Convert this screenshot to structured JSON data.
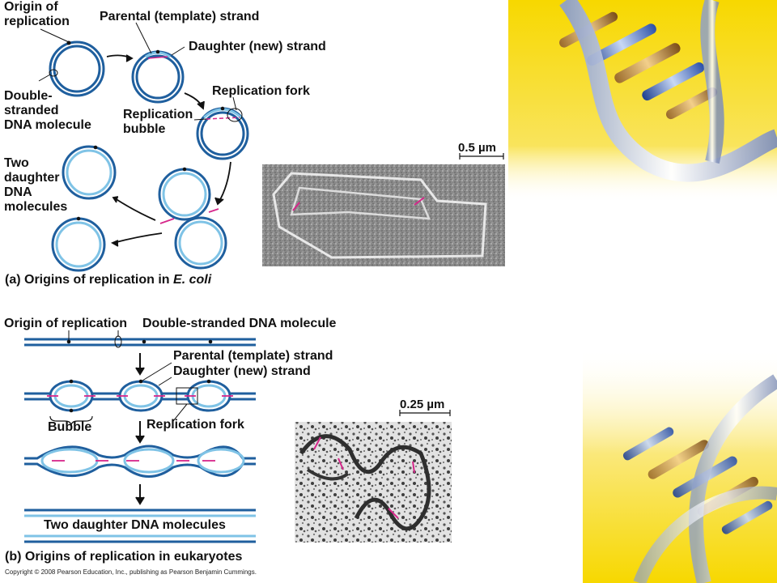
{
  "part_a": {
    "caption_prefix": "(a) Origins of replication in ",
    "caption_species": "E. coli",
    "labels": {
      "origin_line1": "Origin of",
      "origin_line2": "replication",
      "parental": "Parental (template) strand",
      "daughter": "Daughter (new) strand",
      "fork": "Replication fork",
      "bubble_line1": "Replication",
      "bubble_line2": "bubble",
      "ds_line1": "Double-",
      "ds_line2": "stranded",
      "ds_line3": "DNA molecule",
      "two_line1": "Two",
      "two_line2": "daughter",
      "two_line3": "DNA",
      "two_line4": "molecules"
    },
    "scale_bar": "0.5 µm"
  },
  "part_b": {
    "caption": "(b) Origins of replication in eukaryotes",
    "labels": {
      "origin": "Origin of replication",
      "ds": "Double-stranded DNA molecule",
      "parental": "Parental (template) strand",
      "daughter": "Daughter (new) strand",
      "bubble": "Bubble",
      "fork": "Replication fork",
      "two": "Two daughter DNA molecules"
    },
    "scale_bar": "0.25 µm"
  },
  "copyright": "Copyright © 2008 Pearson Education, Inc., publishing as Pearson Benjamin Cummings.",
  "colors": {
    "parental": "#1f5f9e",
    "daughter": "#7fc3e6",
    "arrow": "#d6268a",
    "background_accent": "#f7d800"
  }
}
